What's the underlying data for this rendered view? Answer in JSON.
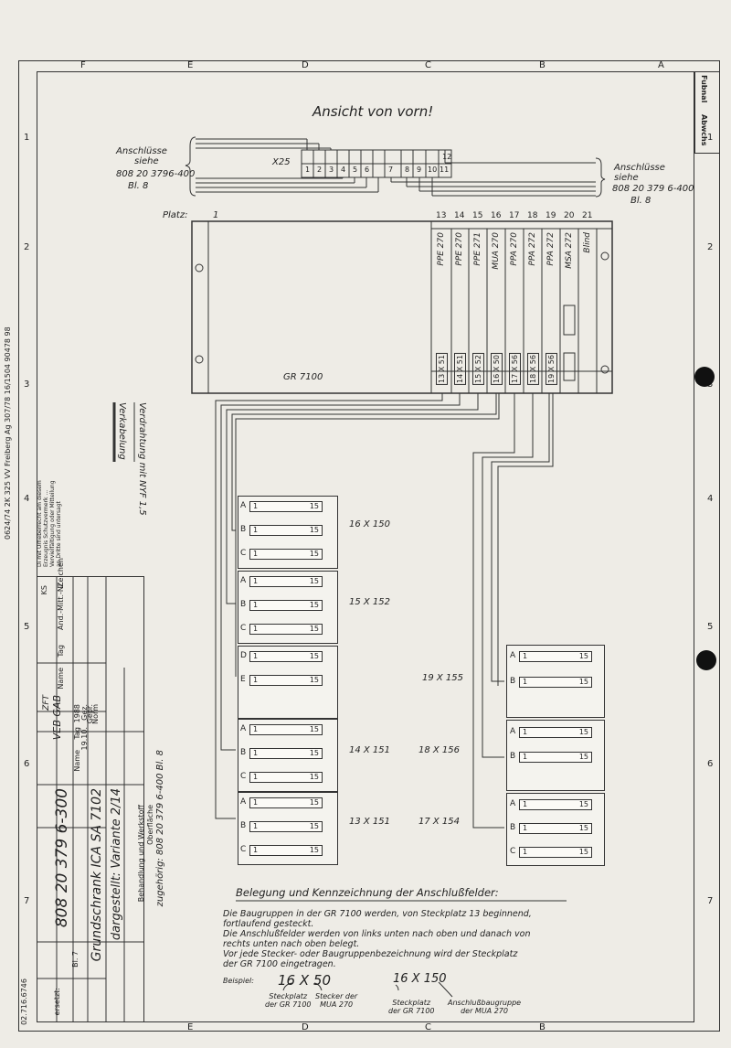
{
  "header": {
    "title": "Ansicht von vorn!",
    "side_header_1": "Fubnal",
    "side_header_2": "Abwchs",
    "top_margin_text": "0624/74 2K 325 VV Freiberg Ag 307/78 16/1504 90478 98"
  },
  "grid_letters": [
    "F",
    "E",
    "D",
    "C",
    "B",
    "A"
  ],
  "grid_numbers": [
    "1",
    "2",
    "3",
    "4",
    "5",
    "6",
    "7"
  ],
  "connector": {
    "name": "X25",
    "pins": [
      "1",
      "2",
      "3",
      "4",
      "5",
      "6",
      "7",
      "8",
      "9",
      "10",
      "11",
      "12"
    ],
    "left_note": [
      "Anschlüsse",
      "siehe",
      "808 20 3796-400",
      "Bl. 8"
    ],
    "right_note": [
      "Anschlüsse",
      "siehe",
      "808 20 379 6-400",
      "Bl. 8"
    ]
  },
  "rack": {
    "platz_label": "Platz:",
    "platz_first": "1",
    "name": "GR 7100",
    "slots": [
      {
        "num": "13",
        "module": "PPE 270",
        "plug": "13 X 51"
      },
      {
        "num": "14",
        "module": "PPE 270",
        "plug": "14 X 51"
      },
      {
        "num": "15",
        "module": "PPE 271",
        "plug": "15 X 52"
      },
      {
        "num": "16",
        "module": "MUA 270",
        "plug": "16 X 50"
      },
      {
        "num": "17",
        "module": "PPA 270",
        "plug": "17 X 56"
      },
      {
        "num": "18",
        "module": "PPA 272",
        "plug": "18 X 56"
      },
      {
        "num": "19",
        "module": "PPA 272",
        "plug": "19 X 56"
      },
      {
        "num": "20",
        "module": "MSA 272",
        "plug": ""
      },
      {
        "num": "21",
        "module": "Blind",
        "plug": ""
      }
    ]
  },
  "legend": {
    "line1": "Verdrahtung mit NYF 1,5",
    "line2": "Verkabelung"
  },
  "terminals_left": [
    {
      "label": "16 X 150",
      "rows": [
        "A",
        "B",
        "C"
      ]
    },
    {
      "label": "15 X 152",
      "rows": [
        "A",
        "B",
        "C"
      ]
    },
    {
      "label": "",
      "rows": [
        "D",
        "E"
      ]
    },
    {
      "label": "14 X 151",
      "rows": [
        "A",
        "B",
        "C"
      ]
    },
    {
      "label": "13 X 151",
      "rows": [
        "A",
        "B",
        "C"
      ]
    }
  ],
  "terminals_middle": [
    "19 X 155",
    "18 X 156",
    "17 X 154"
  ],
  "terminals_right": [
    {
      "rows": [
        "A",
        "B"
      ]
    },
    {
      "rows": [
        "A",
        "B"
      ]
    },
    {
      "rows": [
        "A",
        "B",
        "C"
      ]
    }
  ],
  "rail_start": "1",
  "rail_end": "15",
  "notes": {
    "heading": "Belegung und Kennzeichnung der Anschlußfelder:",
    "lines": [
      "Die Baugruppen in der GR 7100 werden, von Steckplatz 13 beginnend,",
      "fortlaufend gesteckt.",
      "Die Anschlußfelder werden von links unten nach oben und danach von",
      "rechts unten nach oben belegt.",
      "Vor jede Stecker- oder Baugruppenbezeichnung wird der Steckplatz",
      "der GR 7100 eingetragen."
    ],
    "example_label": "Beispiel:",
    "example1": "16 X 50",
    "example2": "16 X 150",
    "ann1": [
      "Steckplatz",
      "der GR 7100"
    ],
    "ann2": [
      "Stecker der",
      "MUA 270"
    ],
    "ann3": [
      "Steckplatz",
      "der GR 7100"
    ],
    "ann4": [
      "Anschlußbaugruppe",
      "der MUA 270"
    ]
  },
  "titleblock": {
    "zugehorig": "zugehörig: 808 20 379 6-400 Bl. 8",
    "oberflache": "Oberfläche",
    "behandlung": "Behandlung und Werkstoff",
    "title_line1": "dargestellt: Variante 2/14",
    "title_line2": "Grundschrank ICA SA 7102",
    "drawing_no": "808 20 379 6-300",
    "company": "VEB GAB",
    "company2": "ZFT",
    "bearb": "19.10.",
    "sheet": "Bl. 7",
    "ks": "KS",
    "blatt_total": "ersetzt:",
    "bottom_code": "02.716.6746",
    "side_small": "Di mit Urheberrecht am diesem Erzeugnis Schutzvermerk ... Vervielfältigung oder Mitteilung an Dritte sind untersagt",
    "rev_headers": [
      "Zeichen",
      "Änd.-Mitt.-Nr.",
      "Tag",
      "Name"
    ],
    "date_headers": [
      "1988",
      "Tag",
      "Name"
    ],
    "rows_labels": [
      "Gez.",
      "Gepr.",
      "Norm"
    ]
  }
}
